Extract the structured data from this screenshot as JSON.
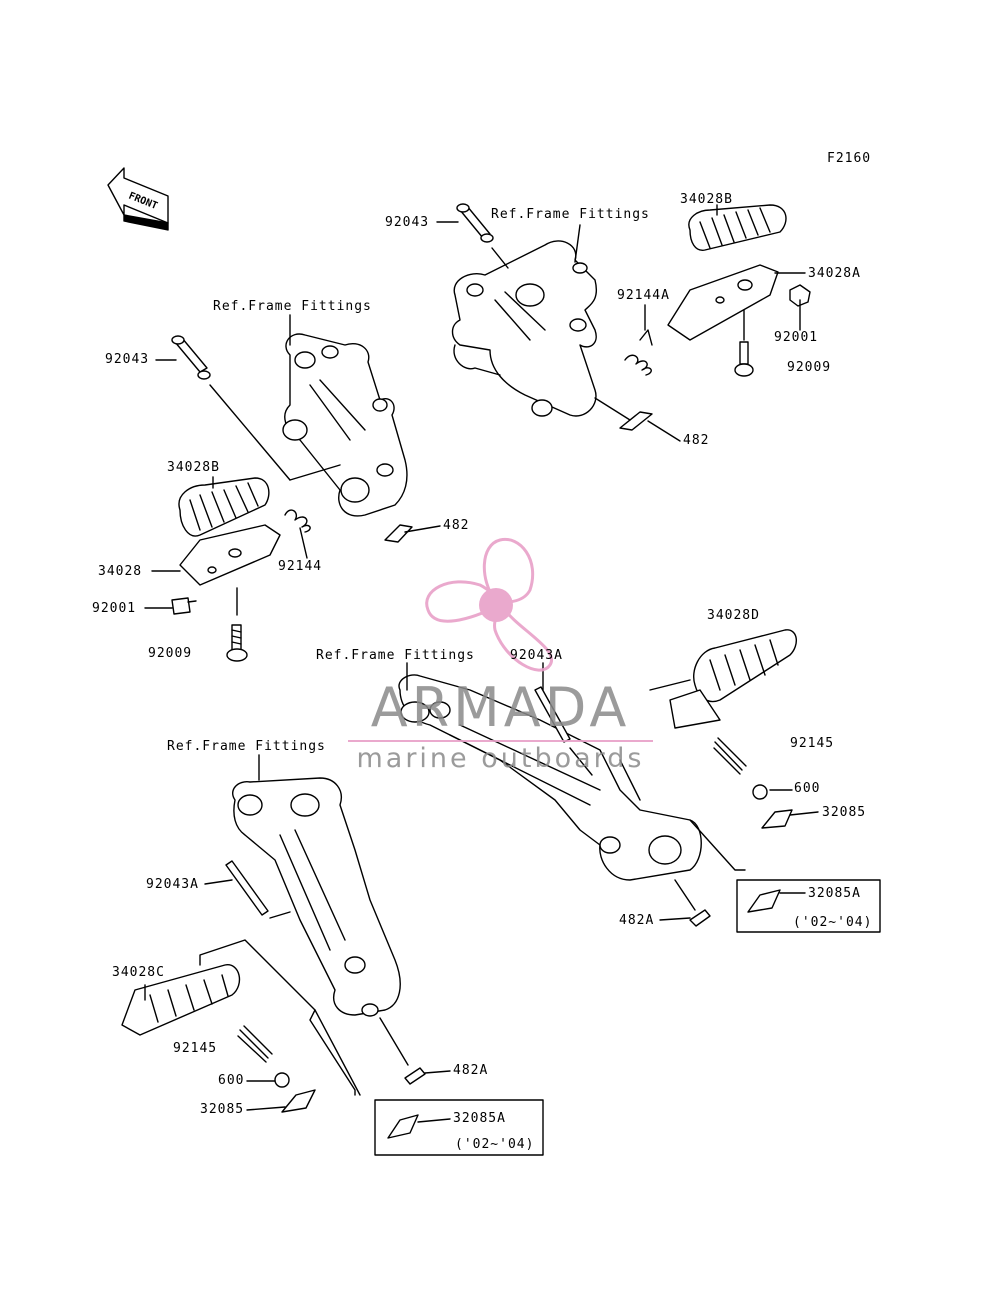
{
  "figure_code": "F2160",
  "front_label": "FRONT",
  "watermark": {
    "title": "ARMADA",
    "subtitle": "marine outboards",
    "logo_color": "#e8a0c8",
    "text_color": "#8a8a8a"
  },
  "labels": {
    "ref_frame_1": "Ref.Frame Fittings",
    "ref_frame_2": "Ref.Frame Fittings",
    "ref_frame_3": "Ref.Frame Fittings",
    "ref_frame_4": "Ref.Frame Fittings",
    "p92043_a": "92043",
    "p92043_b": "92043",
    "p34028B_a": "34028B",
    "p34028B_b": "34028B",
    "p34028A": "34028A",
    "p34028": "34028",
    "p92144A": "92144A",
    "p92144": "92144",
    "p92001_a": "92001",
    "p92001_b": "92001",
    "p92009_a": "92009",
    "p92009_b": "92009",
    "p482_a": "482",
    "p482_b": "482",
    "p34028D": "34028D",
    "p92043A_a": "92043A",
    "p92043A_b": "92043A",
    "p92145_a": "92145",
    "p92145_b": "92145",
    "p600_a": "600",
    "p600_b": "600",
    "p32085_a": "32085",
    "p32085_b": "32085",
    "p32085A_a": "32085A",
    "p32085A_b": "32085A",
    "p482A_a": "482A",
    "p482A_b": "482A",
    "p34028C": "34028C",
    "years_a": "('02~'04)",
    "years_b": "('02~'04)"
  }
}
